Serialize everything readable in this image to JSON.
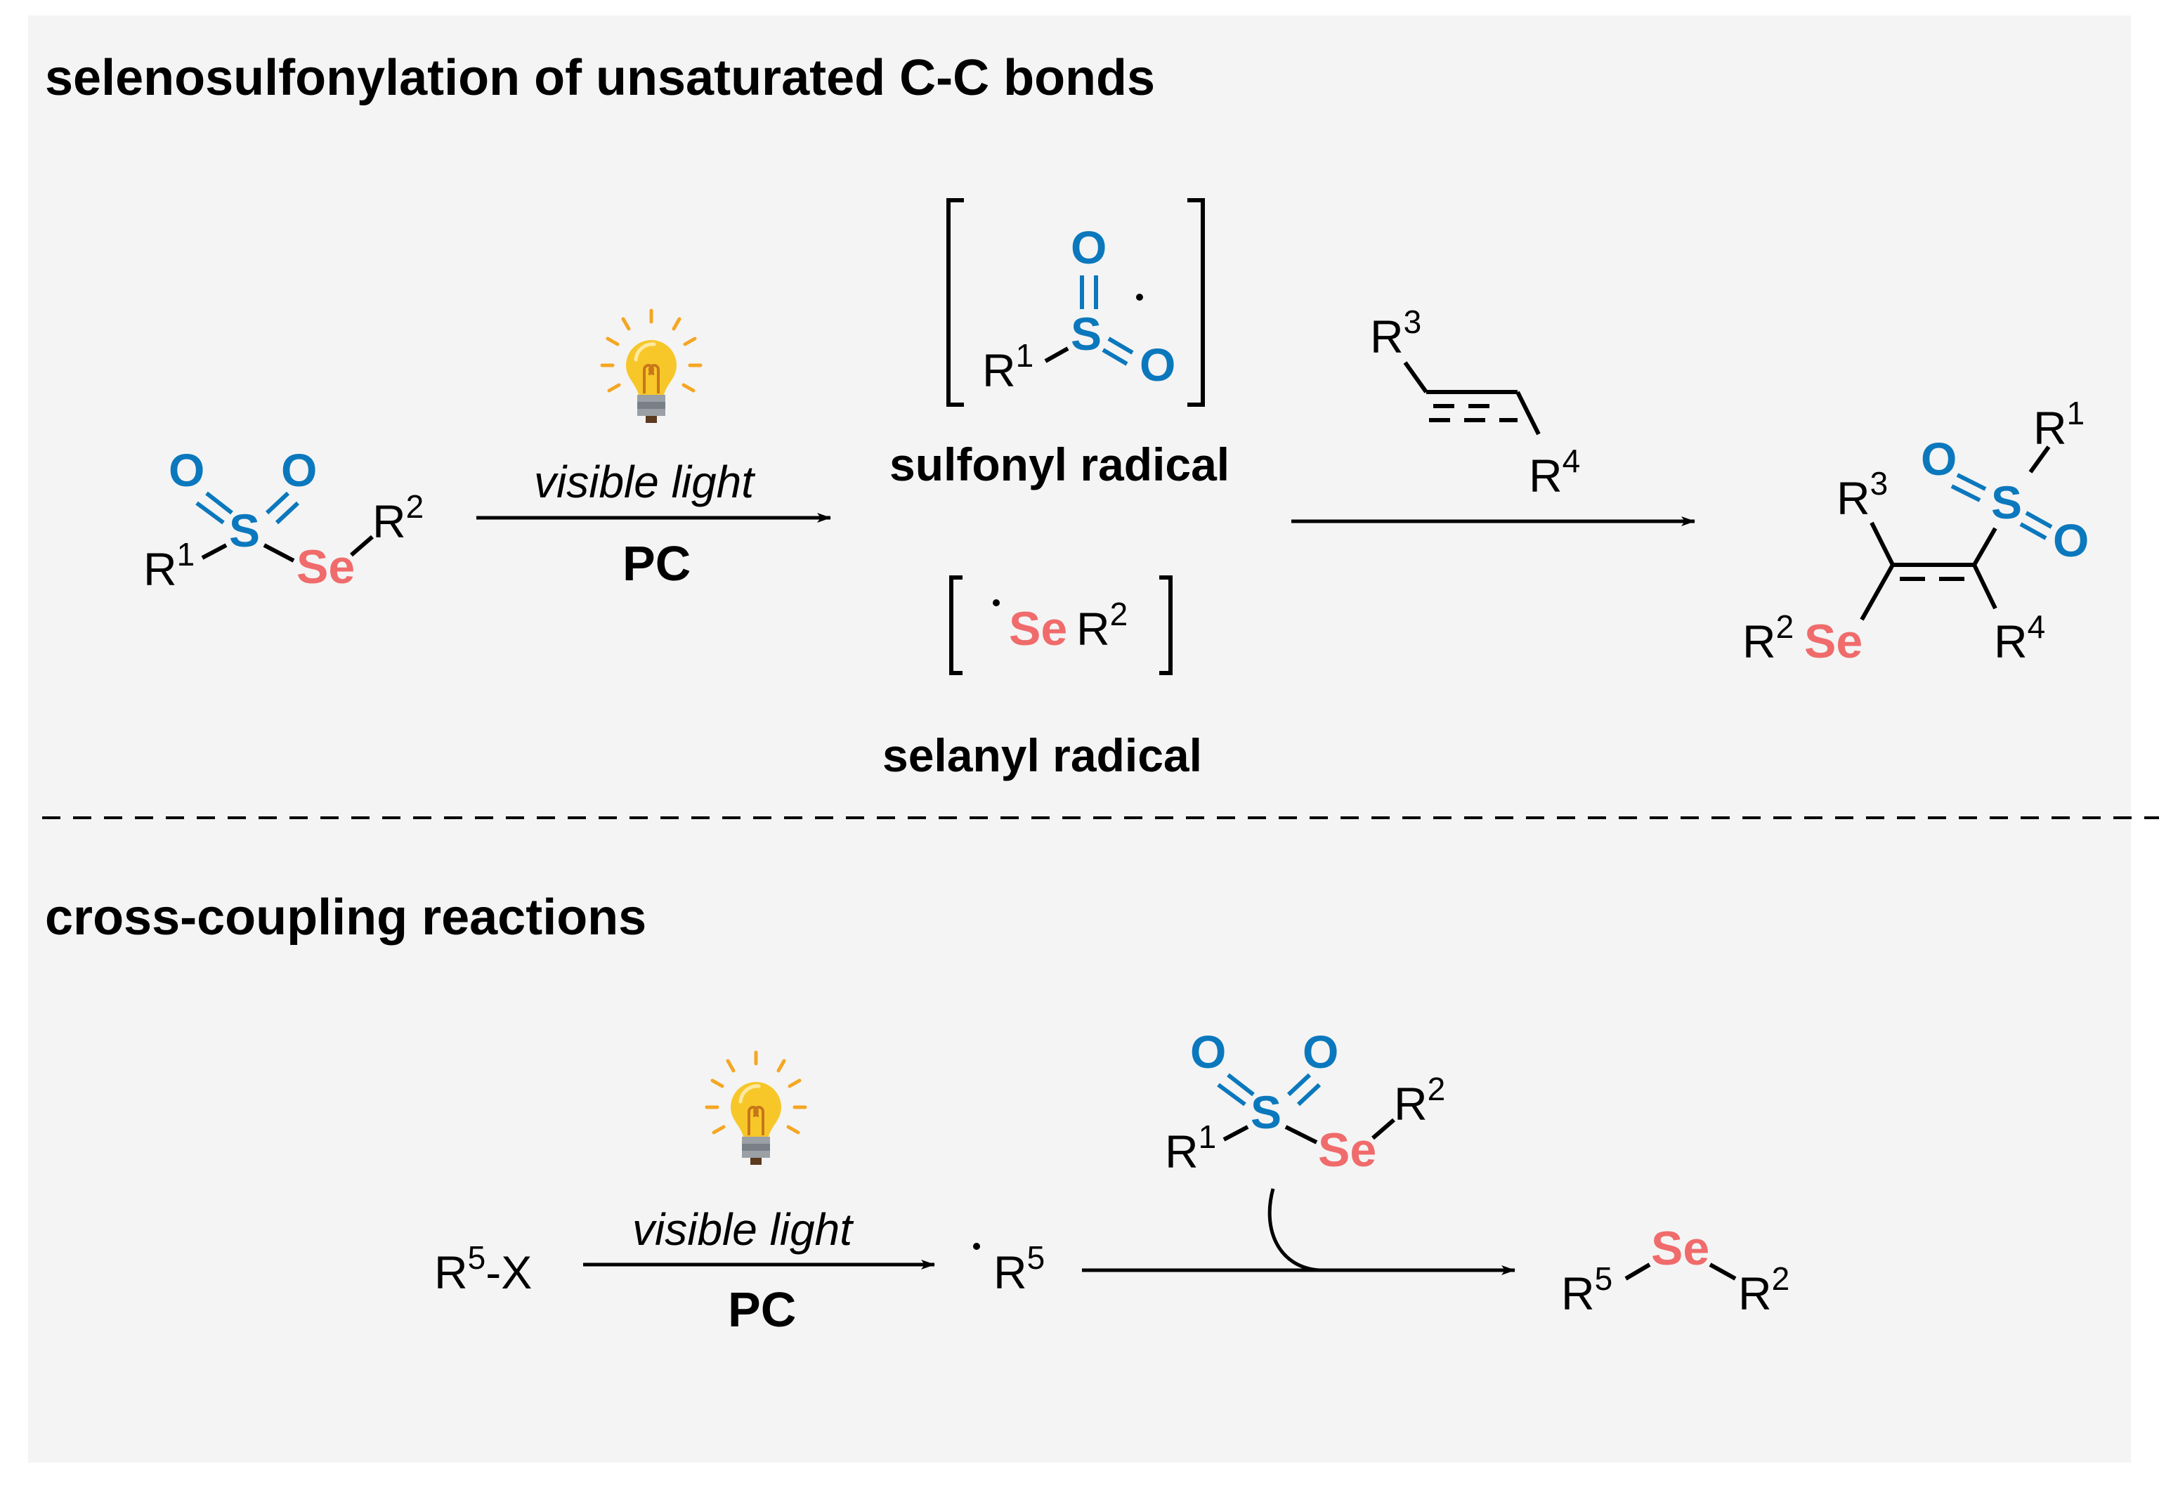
{
  "section1": {
    "title": "selenosulfonylation of unsaturated C-C bonds",
    "conditions": {
      "top": "visible light",
      "bottom": "PC"
    },
    "sulfonyl_label": "sulfonyl radical",
    "selanyl_label": "selanyl radical"
  },
  "section2": {
    "title": "cross-coupling reactions",
    "conditions": {
      "top": "visible light",
      "bottom": "PC"
    }
  },
  "atoms": {
    "S": "S",
    "O": "O",
    "Se": "Se",
    "R": "R",
    "X": "X",
    "dash": "-",
    "n1": "1",
    "n2": "2",
    "n3": "3",
    "n4": "4",
    "n5": "5"
  },
  "colors": {
    "background": "#f4f4f4",
    "sulfonyl": "#0b78bd",
    "selenium": "#f06b6b",
    "bulb": "#f7c72a",
    "rays": "#f5a623"
  },
  "icons": [
    "light-bulb-icon",
    "light-bulb-icon"
  ]
}
